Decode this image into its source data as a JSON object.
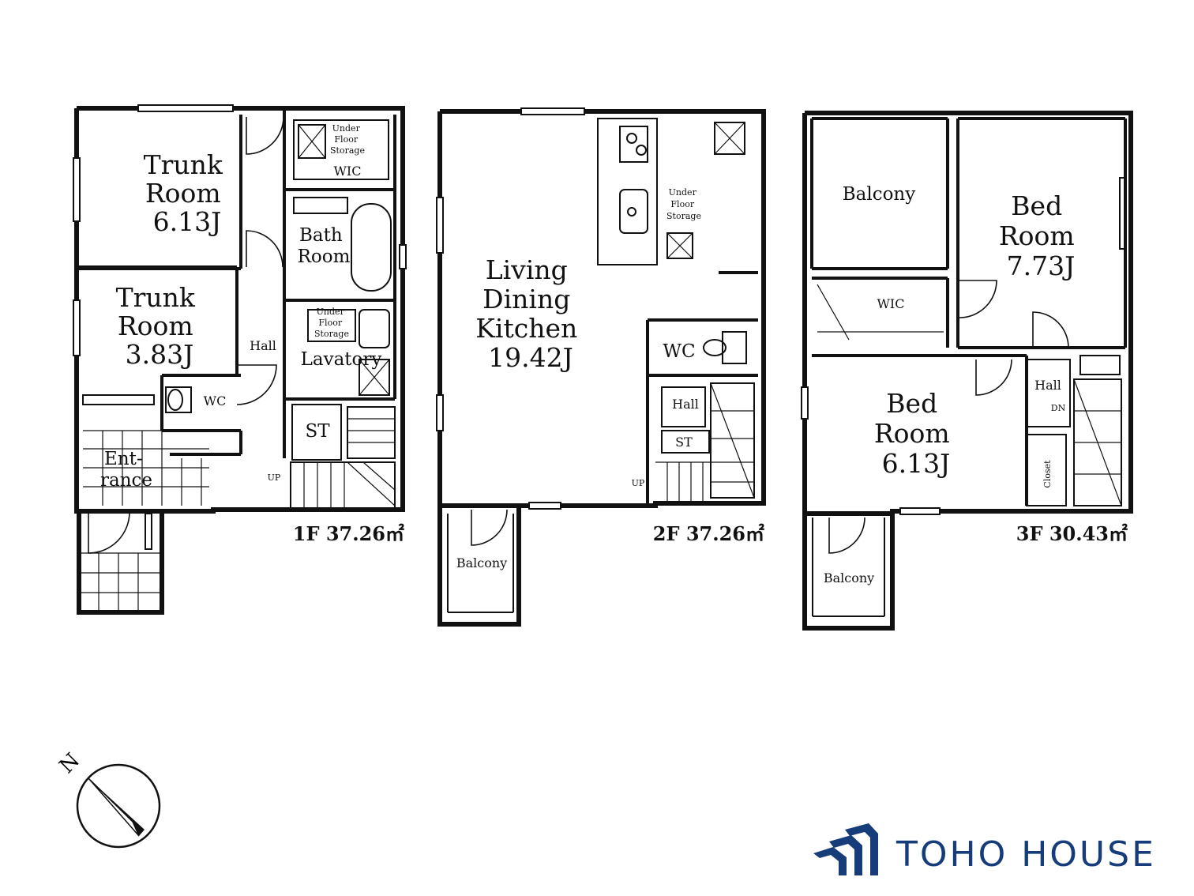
{
  "floors": [
    {
      "id": "1F",
      "area_label": "1F 37.26㎡",
      "rooms": [
        {
          "key": "trunk1",
          "lines": [
            "Trunk",
            "Room",
            "6.13J"
          ]
        },
        {
          "key": "trunk2",
          "lines": [
            "Trunk",
            "Room",
            "3.83J"
          ]
        },
        {
          "key": "hall",
          "lines": [
            "Hall"
          ]
        },
        {
          "key": "bath",
          "lines": [
            "Bath",
            "Room"
          ]
        },
        {
          "key": "lavatory",
          "lines": [
            "Lavatory"
          ]
        },
        {
          "key": "wc",
          "lines": [
            "WC"
          ]
        },
        {
          "key": "st",
          "lines": [
            "ST"
          ]
        },
        {
          "key": "entrance",
          "lines": [
            "Ent-",
            "rance"
          ]
        },
        {
          "key": "underfloor",
          "lines": [
            "Under",
            "Floor",
            "Storage"
          ]
        },
        {
          "key": "wic",
          "lines": [
            "WIC"
          ]
        },
        {
          "key": "underfloor2",
          "lines": [
            "Under",
            "Floor",
            "Storage"
          ]
        },
        {
          "key": "up",
          "lines": [
            "UP"
          ]
        }
      ]
    },
    {
      "id": "2F",
      "area_label": "2F 37.26㎡",
      "rooms": [
        {
          "key": "ldk",
          "lines": [
            "Living",
            "Dining",
            "Kitchen",
            "19.42J"
          ]
        },
        {
          "key": "underfloor",
          "lines": [
            "Under",
            "Floor",
            "Storage"
          ]
        },
        {
          "key": "wc",
          "lines": [
            "WC"
          ]
        },
        {
          "key": "hall",
          "lines": [
            "Hall"
          ]
        },
        {
          "key": "st",
          "lines": [
            "ST"
          ]
        },
        {
          "key": "balcony",
          "lines": [
            "Balcony"
          ]
        },
        {
          "key": "up",
          "lines": [
            "UP"
          ]
        }
      ]
    },
    {
      "id": "3F",
      "area_label": "3F 30.43㎡",
      "rooms": [
        {
          "key": "balcony_top",
          "lines": [
            "Balcony"
          ]
        },
        {
          "key": "bed1",
          "lines": [
            "Bed",
            "Room",
            "7.73J"
          ]
        },
        {
          "key": "wic",
          "lines": [
            "WIC"
          ]
        },
        {
          "key": "bed2",
          "lines": [
            "Bed",
            "Room",
            "6.13J"
          ]
        },
        {
          "key": "hall",
          "lines": [
            "Hall"
          ]
        },
        {
          "key": "dn",
          "lines": [
            "DN"
          ]
        },
        {
          "key": "closet",
          "lines": [
            "Closet"
          ]
        },
        {
          "key": "balcony",
          "lines": [
            "Balcony"
          ]
        }
      ]
    }
  ],
  "compass": {
    "label": "N",
    "icon": "north-arrow-icon"
  },
  "brand": {
    "name": "TOHO HOUSE",
    "icon": "toho-house-logo-icon",
    "color": "#163d7a"
  }
}
